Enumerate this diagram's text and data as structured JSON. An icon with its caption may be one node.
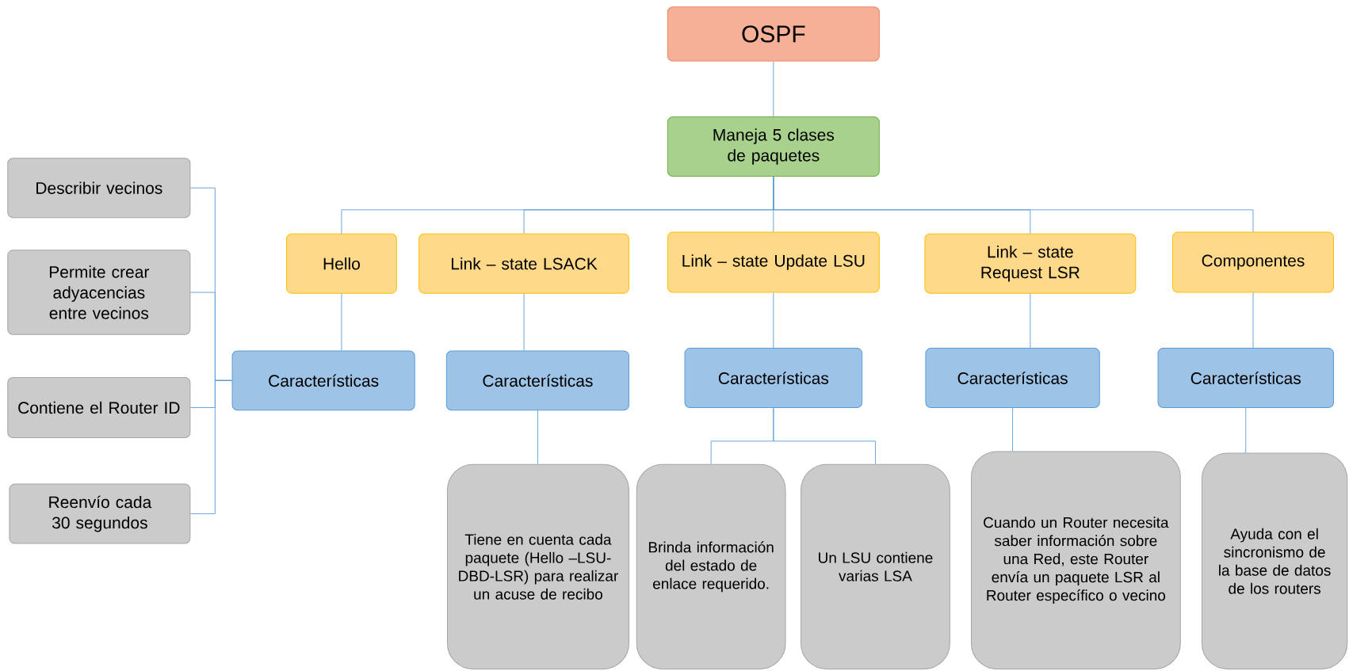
{
  "diagram": {
    "nodes": [
      {
        "text": [
          "OSPF"
        ]
      },
      {
        "text": [
          "Maneja 5 clases de paquetes"
        ]
      },
      {
        "text": [
          "Hello"
        ]
      },
      {
        "text": [
          "Link – state LSACK"
        ]
      },
      {
        "text": [
          "Link – state Update LSU"
        ]
      },
      {
        "text": [
          "Link – state Request LSR"
        ]
      },
      {
        "text": [
          "Componentes"
        ]
      },
      {
        "text": [
          "Características"
        ]
      },
      {
        "text": [
          "Características"
        ]
      },
      {
        "text": [
          "Características"
        ]
      },
      {
        "text": [
          "Características"
        ]
      },
      {
        "text": [
          "Características"
        ]
      },
      {
        "text": [
          "Describir vecinos"
        ]
      },
      {
        "text": [
          "Permite crear adyacencias entre vecinos"
        ]
      },
      {
        "text": [
          "Contiene el Router ID"
        ]
      },
      {
        "text": [
          "Reenvío cada 30 segundos"
        ]
      },
      {
        "text": [
          "Tiene en cuenta cada paquete (Hello –LSU-DBD-LSR) para realizar un acuse de recibo"
        ]
      },
      {
        "text": [
          "Brinda información del estado de enlace requerido."
        ]
      },
      {
        "text": [
          "Un LSU contiene varias LSA"
        ]
      },
      {
        "text": [
          "Cuando un Router necesita saber información sobre una Red, este Router envía un paquete LSR al Router específico o vecino"
        ]
      },
      {
        "text": [
          "Ayuda con el sincronismo de la base de datos de los routers"
        ]
      }
    ],
    "edges": [
      {
        "from": 0,
        "to": 1,
        "arrow": "none"
      },
      {
        "from": 1,
        "to": 2,
        "arrow": "none"
      },
      {
        "from": 1,
        "to": 3,
        "arrow": "none"
      },
      {
        "from": 1,
        "to": 4,
        "arrow": "none"
      },
      {
        "from": 1,
        "to": 5,
        "arrow": "none"
      },
      {
        "from": 1,
        "to": 6,
        "arrow": "none"
      },
      {
        "from": 2,
        "to": 7,
        "arrow": "none"
      },
      {
        "from": 3,
        "to": 8,
        "arrow": "none"
      },
      {
        "from": 4,
        "to": 9,
        "arrow": "none"
      },
      {
        "from": 5,
        "to": 10,
        "arrow": "none"
      },
      {
        "from": 6,
        "to": 11,
        "arrow": "none"
      },
      {
        "from": 7,
        "to": 12,
        "arrow": "none"
      },
      {
        "from": 7,
        "to": 13,
        "arrow": "none"
      },
      {
        "from": 7,
        "to": 14,
        "arrow": "none"
      },
      {
        "from": 7,
        "to": 15,
        "arrow": "none"
      },
      {
        "from": 8,
        "to": 16,
        "arrow": "none"
      },
      {
        "from": 9,
        "to": 17,
        "arrow": "none"
      },
      {
        "from": 9,
        "to": 18,
        "arrow": "none"
      },
      {
        "from": 10,
        "to": 19,
        "arrow": "none"
      },
      {
        "from": 11,
        "to": 20,
        "arrow": "none"
      }
    ]
  }
}
